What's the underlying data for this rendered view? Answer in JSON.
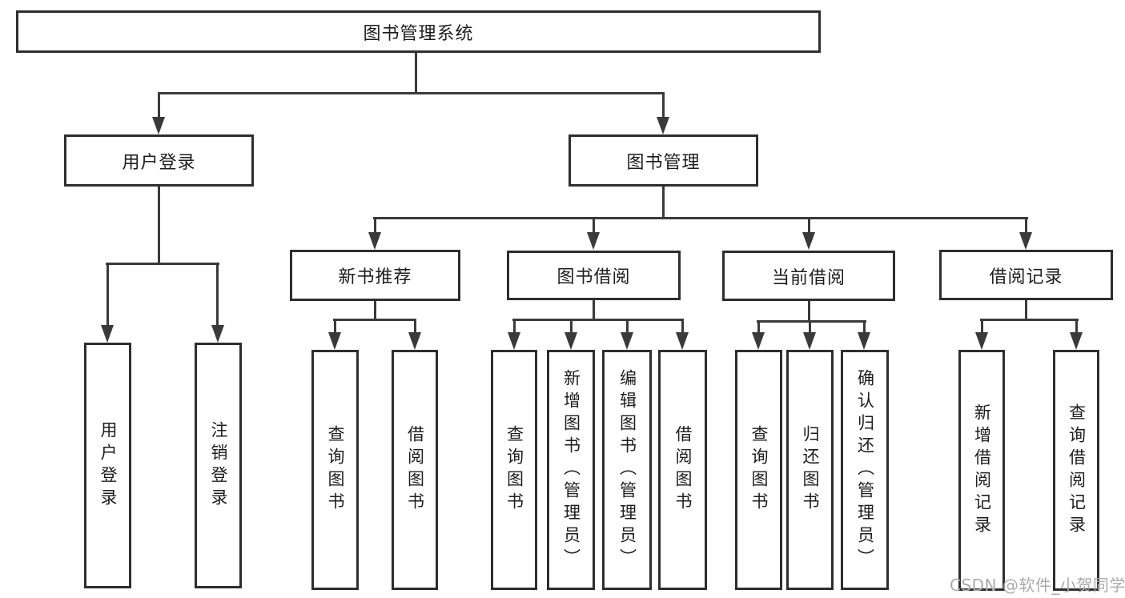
{
  "diagram": {
    "type": "functional-structure-tree",
    "colors": {
      "background": "#ffffff",
      "box_border": "#2e2e2e",
      "connector_line": "#3a3a3a",
      "node_text": "#1d1d1f",
      "watermark_text": "#ababab"
    }
  },
  "tree": {
    "label": "图书管理系统",
    "children": [
      {
        "label": "用户登录",
        "children": [
          {
            "label": "用户登录"
          },
          {
            "label": "注销登录"
          }
        ]
      },
      {
        "label": "图书管理",
        "children": [
          {
            "label": "新书推荐",
            "children": [
              {
                "label": "查询图书"
              },
              {
                "label": "借阅图书"
              }
            ]
          },
          {
            "label": "图书借阅",
            "children": [
              {
                "label": "查询图书"
              },
              {
                "label": "新增图书（管理员）"
              },
              {
                "label": "编辑图书（管理员）"
              },
              {
                "label": "借阅图书"
              }
            ]
          },
          {
            "label": "当前借阅",
            "children": [
              {
                "label": "查询图书"
              },
              {
                "label": "归还图书"
              },
              {
                "label": "确认归还（管理员）"
              }
            ]
          },
          {
            "label": "借阅记录",
            "children": [
              {
                "label": "新增借阅记录"
              },
              {
                "label": "查询借阅记录"
              }
            ]
          }
        ]
      }
    ]
  },
  "watermark": {
    "text": "CSDN @软件_小贺同学"
  }
}
